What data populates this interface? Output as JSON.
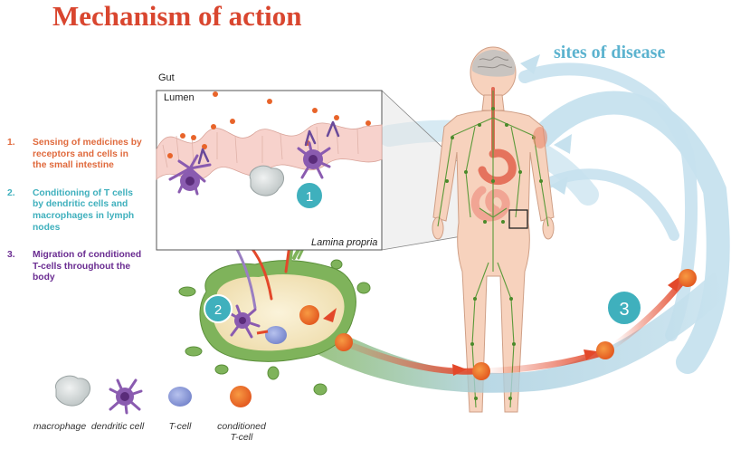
{
  "title": "Mechanism of action",
  "sites_label": "sites of disease",
  "steps": [
    {
      "number": "1.",
      "text": "Sensing of medicines by receptors and cells in the small intestine"
    },
    {
      "number": "2.",
      "text": "Conditioning of T cells by dendritic cells and macrophages in lymph nodes"
    },
    {
      "number": "3.",
      "text": "Migration of conditioned T-cells throughout the body"
    }
  ],
  "inset": {
    "gut": "Gut",
    "lumen": "Lumen",
    "lamina_propria": "Lamina propria"
  },
  "markers": [
    "1",
    "2",
    "3"
  ],
  "legend": [
    {
      "label": "macrophage",
      "icon": "macrophage-icon"
    },
    {
      "label": "dendritic cell",
      "icon": "dendritic-cell-icon"
    },
    {
      "label": "T-cell",
      "icon": "t-cell-icon"
    },
    {
      "label": "conditioned T-cell",
      "icon": "conditioned-t-cell-icon"
    }
  ],
  "colors": {
    "title": "#d9462f",
    "step1": "#e06a3d",
    "step2": "#3fb0bd",
    "step3": "#6a2c91",
    "marker": "#3fb0bd",
    "sites": "#5cb3cf",
    "migration_band": "#c9e3ef",
    "lymph": "#6aa84f",
    "skin": "#f7d2bd",
    "conditioned_cell": "#ea5a1e",
    "dendritic_cell": "#7b4aa0",
    "t_cell": "#7f8fcf"
  }
}
